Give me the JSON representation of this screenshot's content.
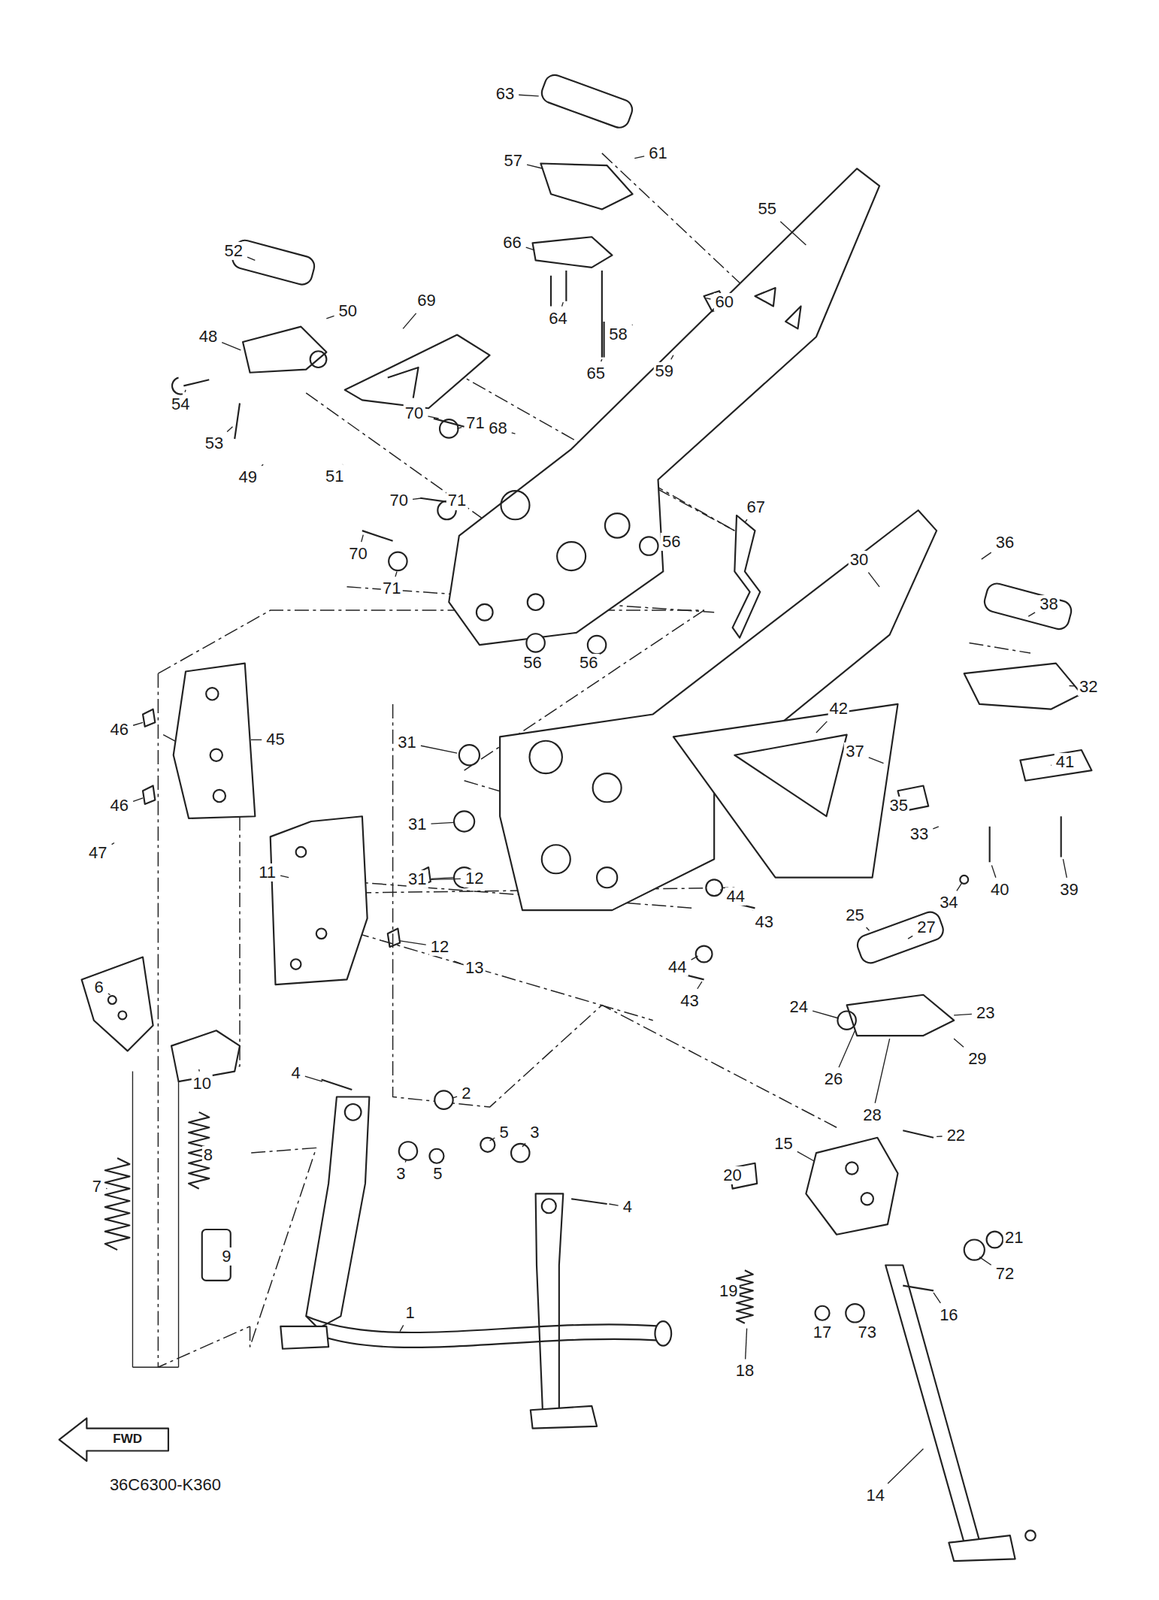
{
  "diagram": {
    "labels": [
      "63",
      "61",
      "57",
      "55",
      "66",
      "60",
      "52",
      "64",
      "58",
      "69",
      "50",
      "48",
      "54",
      "68",
      "70",
      "71",
      "65",
      "59",
      "53",
      "49",
      "51",
      "70",
      "71",
      "70",
      "71",
      "56",
      "67",
      "56",
      "56",
      "36",
      "30",
      "38",
      "32",
      "46",
      "45",
      "31",
      "42",
      "37",
      "35",
      "41",
      "46",
      "47",
      "31",
      "33",
      "11",
      "31",
      "12",
      "44",
      "43",
      "34",
      "40",
      "39",
      "25",
      "27",
      "12",
      "13",
      "44",
      "43",
      "24",
      "23",
      "29",
      "26",
      "6",
      "10",
      "4",
      "2",
      "28",
      "22",
      "15",
      "20",
      "5",
      "3",
      "7",
      "8",
      "21",
      "72",
      "3",
      "5",
      "4",
      "9",
      "19",
      "16",
      "17",
      "73",
      "18",
      "1",
      "14",
      "FWD",
      "36C6300-K360"
    ]
  }
}
